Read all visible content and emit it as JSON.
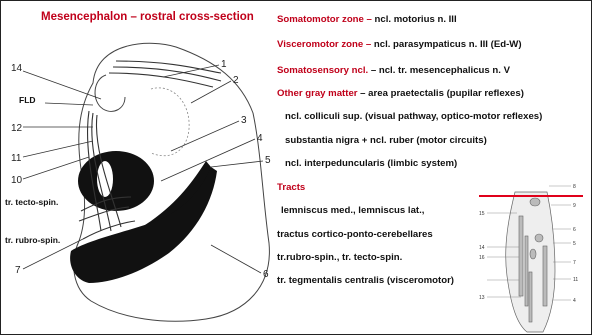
{
  "title": "Mesencephalon – rostral cross-section",
  "rows": [
    {
      "head": "Somatomotor zone –",
      "tail": " ncl. motorius n. III"
    },
    {
      "head": "Visceromotor zone –",
      "tail": " ncl. parasympaticus n. III (Ed-W)"
    },
    {
      "head": "Somatosensory ncl.",
      "tail": " – ncl. tr. mesencephalicus n. V"
    },
    {
      "head": "Other gray matter",
      "tail": " – area praetectalis (pupilar reflexes)"
    },
    {
      "head": "",
      "tail": "ncl. colliculi sup. (visual pathway, optico-motor reflexes)"
    },
    {
      "head": "",
      "tail": "substantia nigra + ncl. ruber (motor circuits)"
    },
    {
      "head": "",
      "tail": "ncl. interpeduncularis (limbic system)"
    },
    {
      "head": "Tracts",
      "tail": ""
    },
    {
      "head": "",
      "tail": "lemniscus med., lemniscus lat.,"
    },
    {
      "head": "",
      "tail": "tractus cortico-ponto-cerebellares"
    },
    {
      "head": "",
      "tail": "tr.rubro-spin., tr. tecto-spin."
    },
    {
      "head": "",
      "tail": "tr. tegmentalis centralis (visceromotor)"
    }
  ],
  "diagram": {
    "label_fld": "FLD",
    "label_tecto": "tr. tecto-spin.",
    "label_rubro": "tr. rubro-spin.",
    "numbers": [
      "1",
      "2",
      "3",
      "4",
      "5",
      "6",
      "7",
      "10",
      "11",
      "12",
      "14"
    ]
  },
  "inset": {
    "numbers_left": [
      "15",
      "14",
      "16",
      "13"
    ],
    "numbers_right": [
      "8",
      "9",
      "6",
      "5",
      "7",
      "11",
      "4"
    ]
  },
  "colors": {
    "red": "#c0001a",
    "dark": "#111111"
  }
}
